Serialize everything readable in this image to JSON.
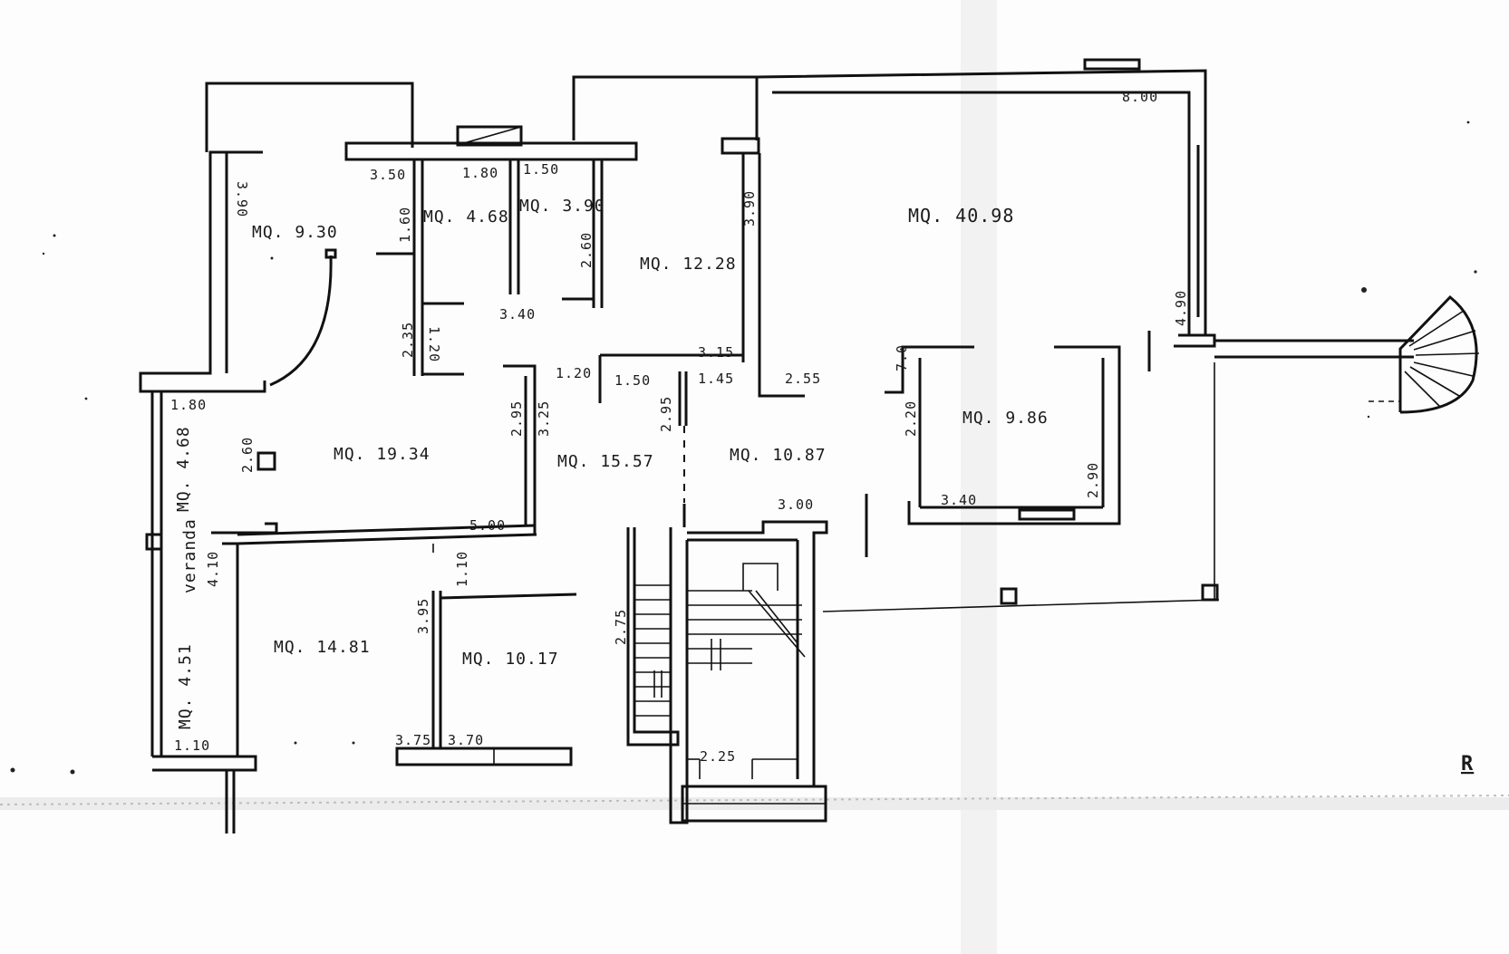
{
  "rooms": {
    "r930": "MQ. 9.30",
    "r468a": "MQ. 4.68",
    "r390": "MQ. 3.90",
    "r1228": "MQ. 12.28",
    "r4098": "MQ. 40.98",
    "r1934": "MQ. 19.34",
    "r1557": "MQ. 15.57",
    "r1087": "MQ. 10.87",
    "r986": "MQ. 9.86",
    "r1481": "MQ. 14.81",
    "r1017": "MQ. 10.17",
    "r468b": "MQ. 4.68",
    "r451": "MQ. 4.51",
    "veranda": "veranda"
  },
  "dims": {
    "d350": "3.50",
    "d180top": "1.80",
    "d150top": "1.50",
    "d390left": "3.90",
    "d160": "1.60",
    "d260a": "2.60",
    "d390mid": "3.90",
    "d800": "8.00",
    "d490": "4.90",
    "d340a": "3.40",
    "d235": "2.35",
    "d120a": "1.20",
    "d120b": "1.20",
    "d150mid": "1.50",
    "d145": "1.45",
    "d315": "3.15",
    "d255": "2.55",
    "d70": "7.0",
    "d220": "2.20",
    "d295a": "2.95",
    "d325": "3.25",
    "d295b": "2.95",
    "d180left": "1.80",
    "d260b": "2.60",
    "d500": "5.00",
    "d300": "3.00",
    "d340b": "3.40",
    "d290": "2.90",
    "d410": "4.10",
    "d110a": "1.10",
    "d395": "3.95",
    "d275": "2.75",
    "d375": "3.75",
    "d370": "3.70",
    "d225": "2.25",
    "d110b": "1.10",
    "dR": "R"
  }
}
